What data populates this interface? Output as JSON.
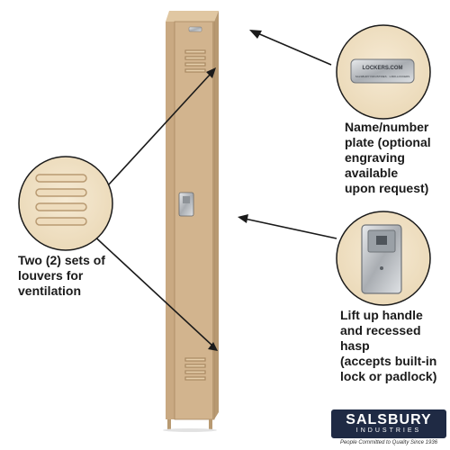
{
  "nameplate_callout": {
    "text": "Name/number\nplate (optional\nengraving available\nupon request)",
    "plate_text": "LOCKERS.COM",
    "plate_subtext": "SALSBURY INDUSTRIES · 1-800-LOCKERS"
  },
  "louvers_callout": {
    "text": "Two (2) sets of\nlouvers for\nventilation"
  },
  "handle_callout": {
    "text": "Lift up handle\nand recessed hasp\n(accepts built-in\nlock or padlock)"
  },
  "brand": {
    "name": "SALSBURY",
    "sub": "INDUSTRIES",
    "tagline": "People Committed to Quality Since 1936"
  },
  "colors": {
    "locker_tan": "#d2b48e",
    "locker_shadow": "#b89a72",
    "brand_navy": "#1f2a44"
  }
}
